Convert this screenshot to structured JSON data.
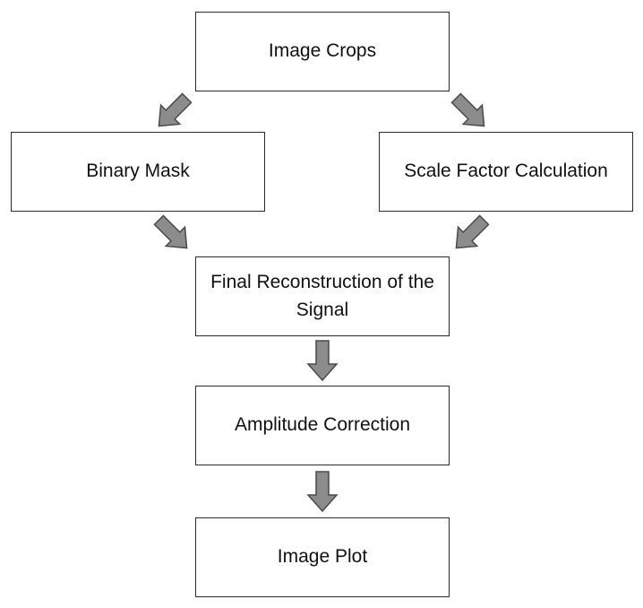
{
  "nodes": {
    "image_crops": "Image Crops",
    "binary_mask": "Binary Mask",
    "scale_factor": "Scale Factor Calculation",
    "final_reconstruction": "Final Reconstruction of the Signal",
    "amplitude_correction": "Amplitude Correction",
    "image_plot": "Image Plot"
  },
  "edges": [
    {
      "from": "Image Crops",
      "to": "Binary Mask"
    },
    {
      "from": "Image Crops",
      "to": "Scale Factor Calculation"
    },
    {
      "from": "Binary Mask",
      "to": "Final Reconstruction of the Signal"
    },
    {
      "from": "Scale Factor Calculation",
      "to": "Final Reconstruction of the Signal"
    },
    {
      "from": "Final Reconstruction of the Signal",
      "to": "Amplitude Correction"
    },
    {
      "from": "Amplitude Correction",
      "to": "Image Plot"
    }
  ],
  "colors": {
    "arrow_fill": "#8c8c8c",
    "arrow_stroke": "#4a4a4a",
    "box_border": "#2b2b2b"
  }
}
